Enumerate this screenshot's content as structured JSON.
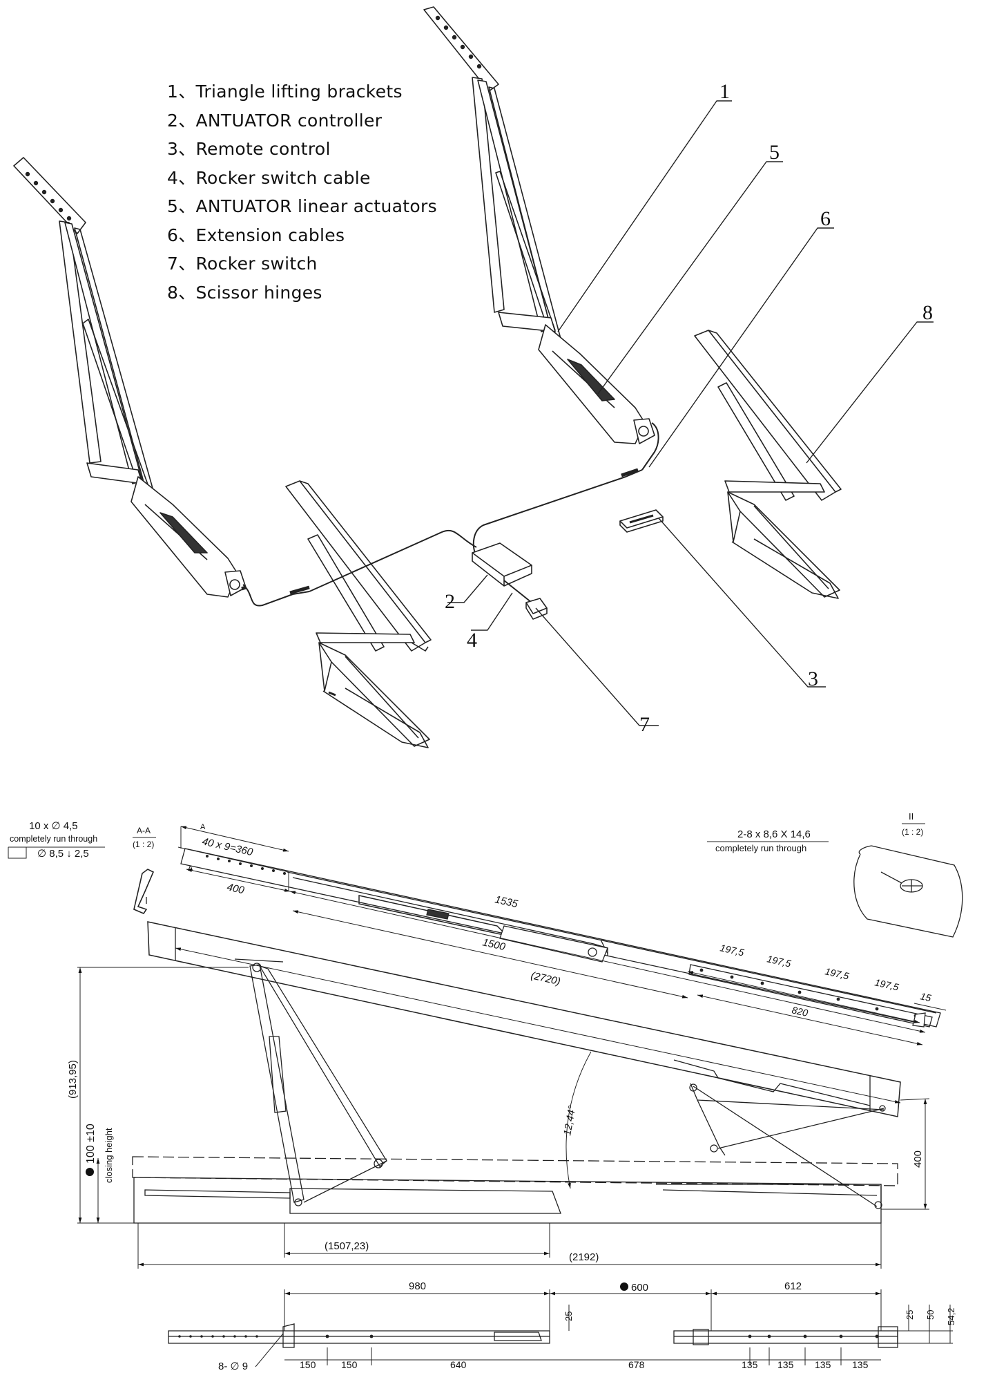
{
  "legend": [
    "1、Triangle lifting brackets",
    "2、ANTUATOR controller",
    "3、Remote control",
    "4、Rocker switch cable",
    "5、ANTUATOR linear actuators",
    "6、Extension cables",
    "7、Rocker switch",
    "8、Scissor hinges"
  ],
  "callouts": [
    "1",
    "5",
    "6",
    "8",
    "2",
    "4",
    "3",
    "7"
  ],
  "notes": {
    "holes_left": "10 x ∅ 4,5",
    "run_through_1": "completely run through",
    "counterbore": "∅ 8,5 ↓ 2,5",
    "section_a": "A-A",
    "scale_a": "(1 : 2)",
    "a_mark": "A",
    "slots": "2-8 x 8,6 X 14,6",
    "run_through_2": "completely run through",
    "detail_ii": "II",
    "scale_ii": "(1 : 2)",
    "closing_height_value": "100 ±10",
    "closing_height": "closing height"
  },
  "dimensions": {
    "hole_pitch": "40 x 9=360",
    "d400": "400",
    "d1535": "1535",
    "d1500": "1500",
    "d2720": "(2720)",
    "d197_1": "197,5",
    "d197_2": "197,5",
    "d197_3": "197,5",
    "d197_4": "197,5",
    "d15": "15",
    "d820": "820",
    "d913": "(913,95)",
    "angle": "12,44°",
    "d400v": "400",
    "d1507": "(1507,23)",
    "d2192": "(2192)",
    "d980": "980",
    "d600": "600",
    "d612": "612",
    "d25a": "25",
    "d25b": "25",
    "d50": "50",
    "d54": "54,2",
    "holes_bottom": "8- ∅ 9",
    "b150a": "150",
    "b150b": "150",
    "b640": "640",
    "b678": "678",
    "b135a": "135",
    "b135b": "135",
    "b135c": "135",
    "b135d": "135"
  }
}
